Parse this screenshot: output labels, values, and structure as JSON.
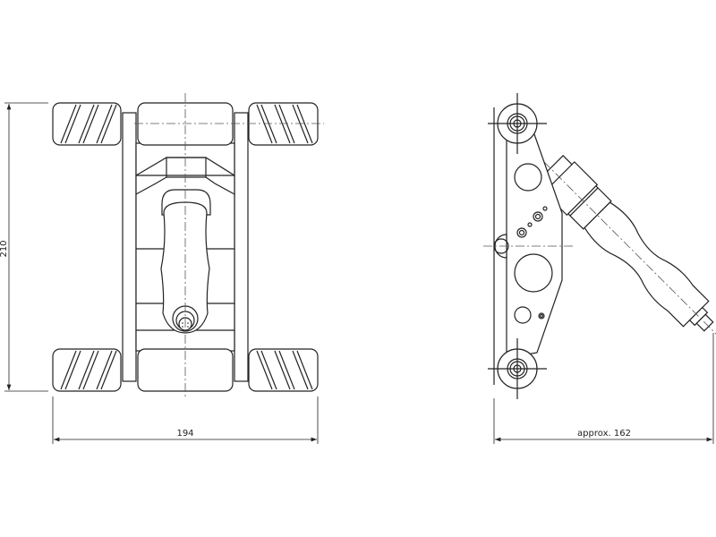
{
  "drawing": {
    "front_view": {
      "height_dimension": "210",
      "width_dimension": "194"
    },
    "side_view": {
      "length_dimension": "approx. 162"
    }
  }
}
